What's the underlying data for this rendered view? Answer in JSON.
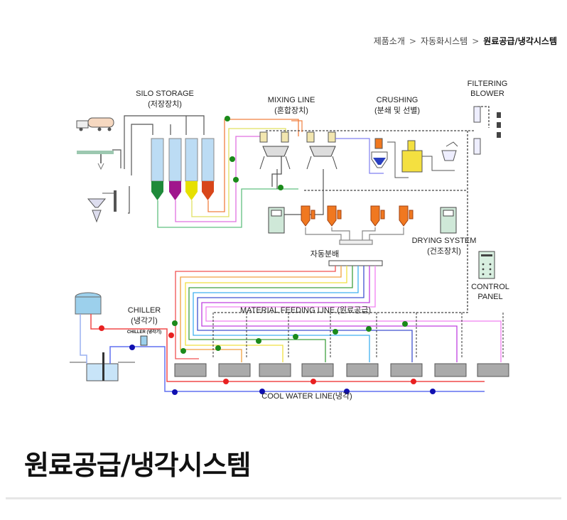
{
  "breadcrumb": {
    "items": [
      "제품소개",
      "자동화시스템",
      "원료공급/냉각시스템"
    ],
    "separator": ">"
  },
  "diagram": {
    "labels": {
      "silo_storage": "SILO STORAGE",
      "silo_storage_ko": "(저장장치)",
      "mixing_line": "MIXING LINE",
      "mixing_line_ko": "(혼합장치)",
      "crushing": "CRUSHING",
      "crushing_ko": "(분쇄 및 선별)",
      "filtering": "FILTERING",
      "blower": "BLOWER",
      "drying_system": "DRYING SYSTEM",
      "drying_system_ko": "(건조장치)",
      "auto_distribution": "자동분배",
      "control": "CONTROL",
      "panel": "PANEL",
      "chiller": "CHILLER",
      "chiller_ko": "(냉각기)",
      "chiller_unit": "CHILLER (냉각기)",
      "material_feeding_line": "MATERIAL FEEDING LINE (원료공급)",
      "cool_water_line": "COOL WATER LINE(냉각)"
    },
    "colors": {
      "silo_green": "#1f8a3a",
      "silo_purple": "#a0168c",
      "silo_yellow": "#e6e000",
      "silo_orange": "#d8461a",
      "dryer_orange": "#f07820",
      "hot_water": "#e83030",
      "cold_water": "#2020c0"
    }
  },
  "page_title": "원료공급/냉각시스템"
}
